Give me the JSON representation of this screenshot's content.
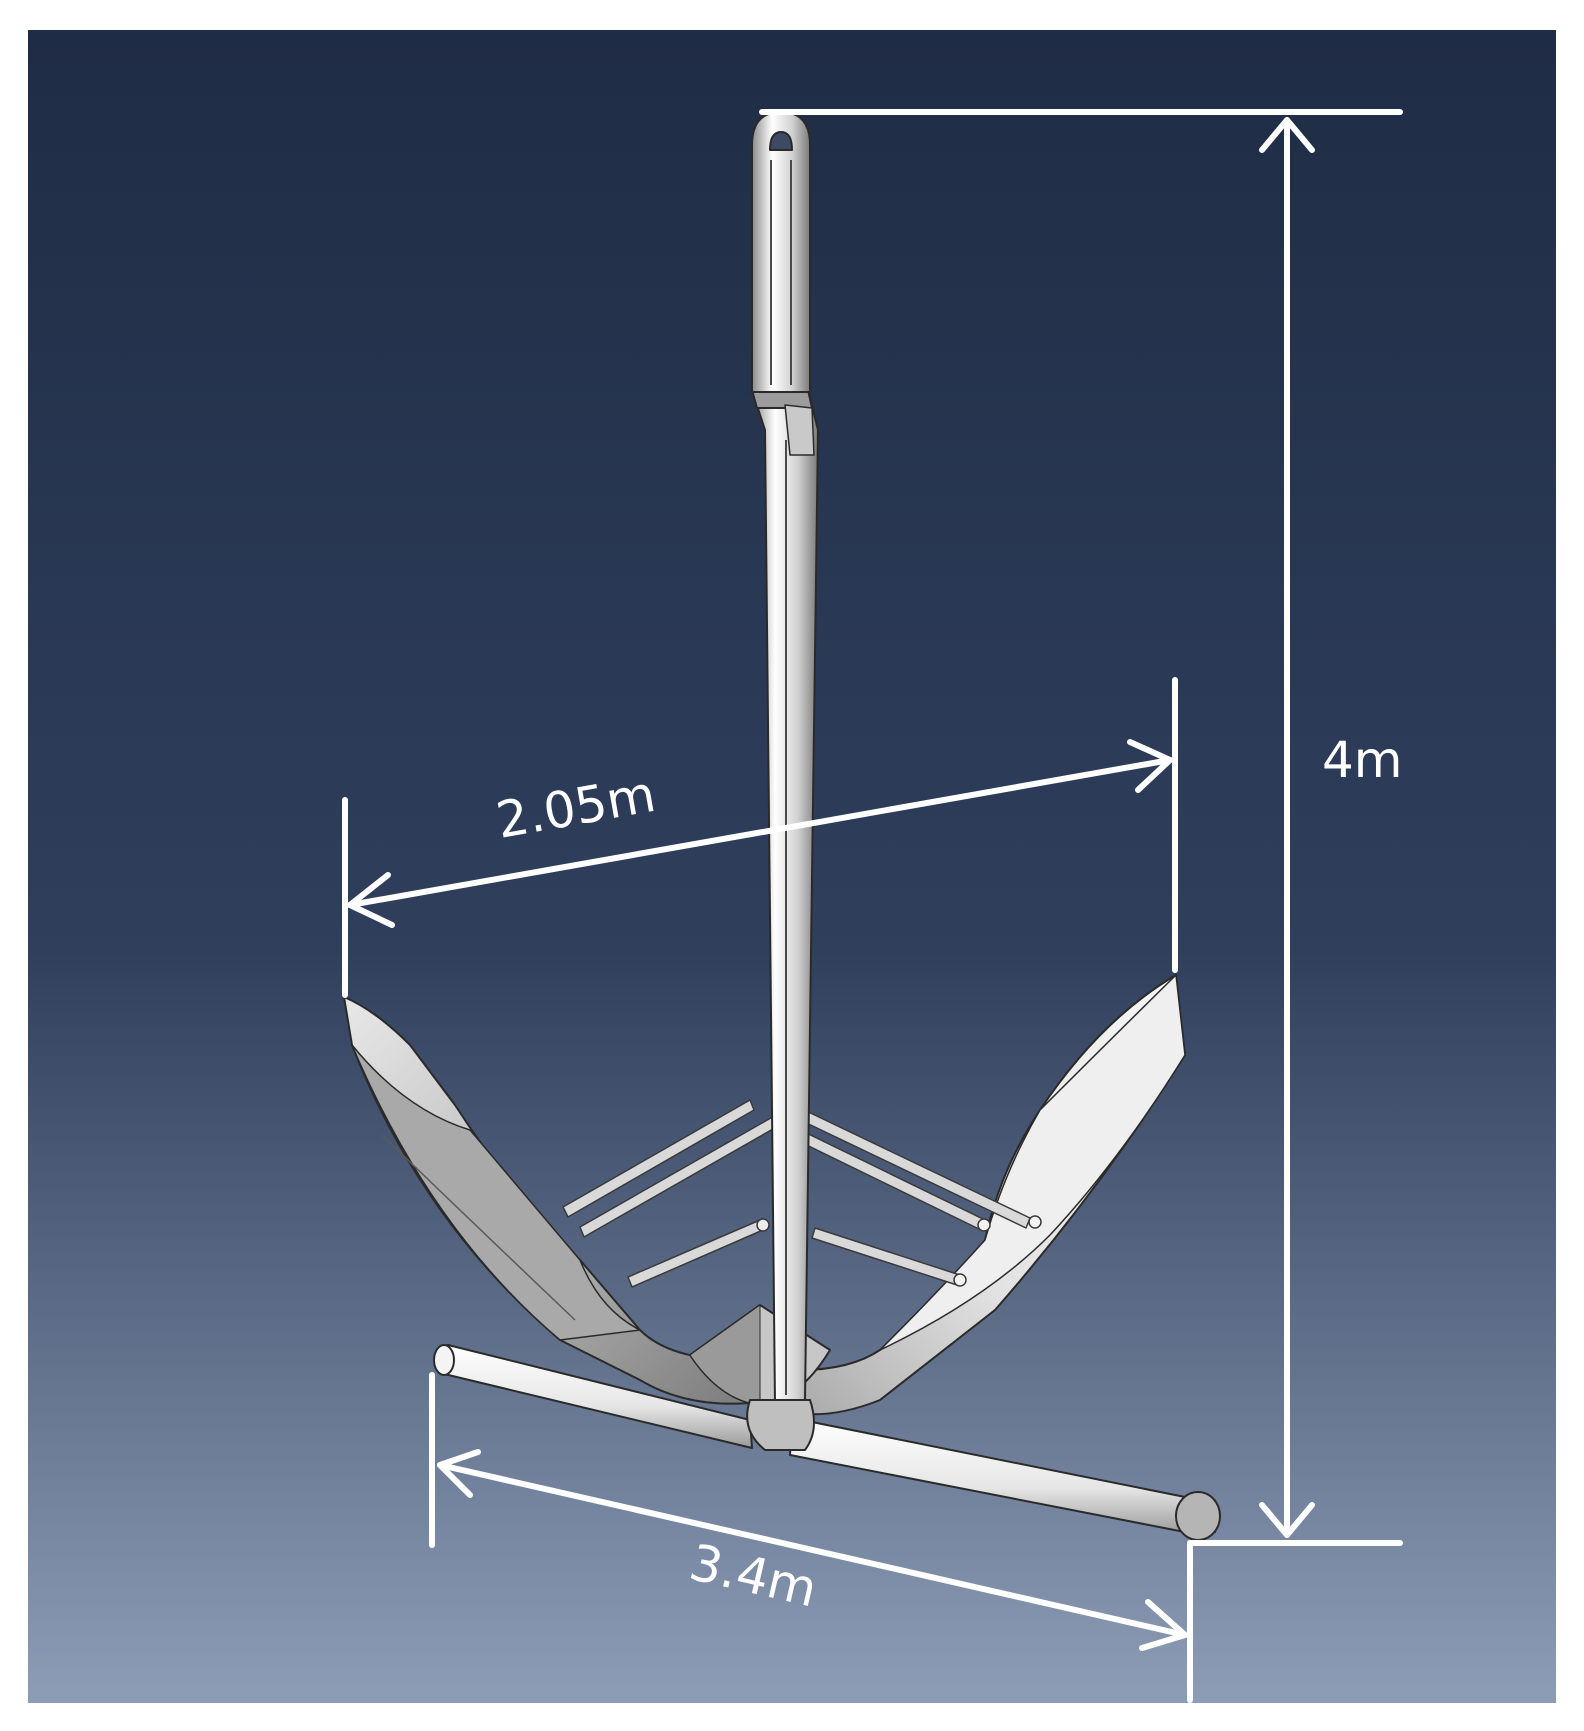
{
  "figure": {
    "background": {
      "top_color": "#1f2c45",
      "bottom_color": "#8d9db6",
      "frame_color": "#ffffff"
    },
    "line_color": "#ffffff",
    "metal_colors": {
      "light": "#f2f2f2",
      "mid": "#bdbdbd",
      "dark": "#6e6e6e",
      "outline": "#2a2a2a"
    },
    "dimensions": {
      "height": "4m",
      "fluke_span": "2.05m",
      "stock_length": "3.4m"
    }
  }
}
